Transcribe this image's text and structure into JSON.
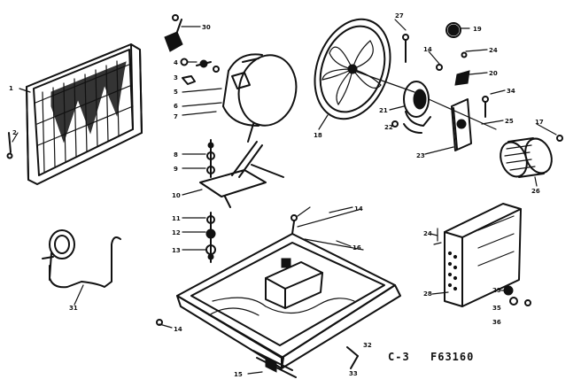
{
  "diagram": {
    "section_label": "C-3",
    "drawing_number": "F63160",
    "callouts": {
      "c1": "1",
      "c2": "2",
      "c3": "3",
      "c4": "4",
      "c5": "5",
      "c6": "6",
      "c7": "7",
      "c8": "8",
      "c9": "9",
      "c10": "10",
      "c11": "11",
      "c12": "12",
      "c13": "13",
      "c14a": "14",
      "c14b": "14",
      "c14c": "14",
      "c15": "15",
      "c16": "16",
      "c17": "17",
      "c18": "18",
      "c19": "19",
      "c20": "20",
      "c21": "21",
      "c22": "22",
      "c23": "23",
      "c24a": "24",
      "c24b": "24",
      "c25": "25",
      "c26": "26",
      "c27": "27",
      "c28": "28",
      "c29": "29",
      "c30": "30",
      "c31": "31",
      "c32": "32",
      "c33": "33",
      "c34": "34",
      "c35": "35",
      "c36": "36"
    }
  }
}
